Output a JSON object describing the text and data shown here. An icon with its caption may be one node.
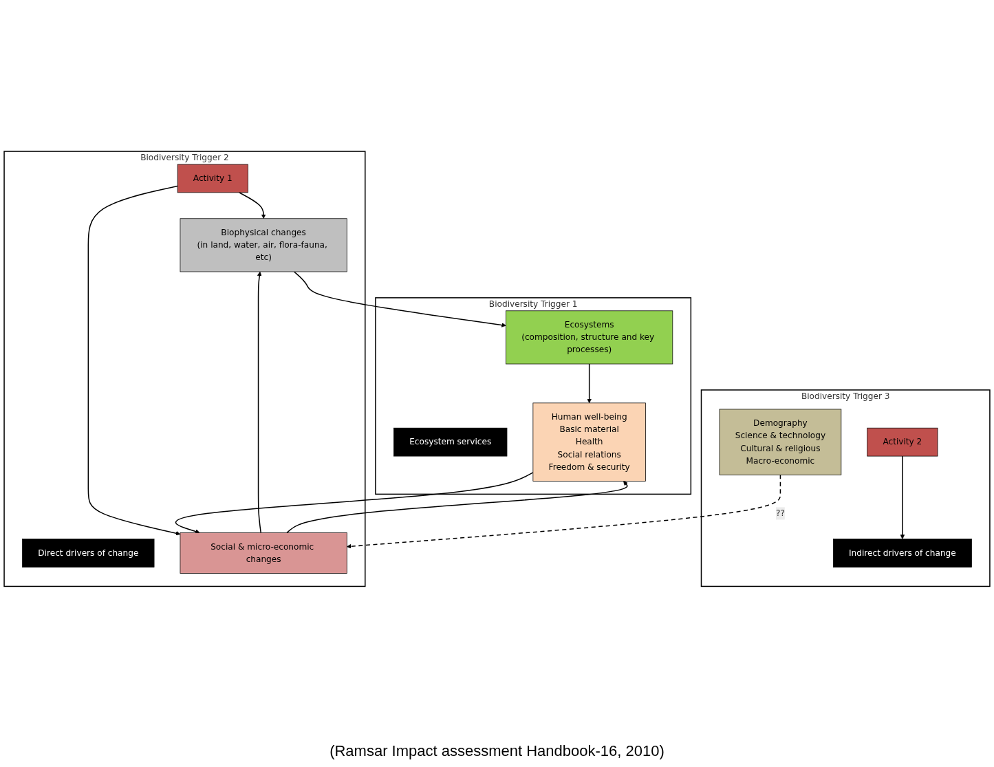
{
  "diagram": {
    "caption": "(Ramsar Impact assessment Handbook-16, 2010)",
    "nodes": [
      {
        "text": [
          "Biodiversity Trigger 2"
        ]
      },
      {
        "text": [
          "Activity 1"
        ],
        "in": 0
      },
      {
        "text": [
          "Biophysical changes",
          "(in land, water, air, flora-fauna, etc)"
        ],
        "in": 0
      },
      {
        "text": [
          "Social & micro-economic changes"
        ],
        "in": 0
      },
      {
        "text": [
          "Direct drivers of change"
        ],
        "in": 0
      },
      {
        "text": [
          "Biodiversity Trigger 3"
        ]
      },
      {
        "text": [
          "Activity 2"
        ],
        "in": 5
      },
      {
        "text": [
          "Indirect drivers of change"
        ],
        "in": 5
      },
      {
        "text": [
          "Demography",
          "Science & technology",
          "Cultural & religious",
          "Macro-economic"
        ],
        "in": 5
      },
      {
        "text": [
          "Biodiversity Trigger 1"
        ]
      },
      {
        "text": [
          "Ecosystem services"
        ],
        "in": 9
      },
      {
        "text": [
          "Ecosystems",
          "(composition, structure and key processes)"
        ],
        "in": 9
      },
      {
        "text": [
          "Human well-being",
          "Basic material",
          "Health",
          "Social relations",
          "Freedom & security"
        ],
        "in": 9
      }
    ],
    "edges": [
      {
        "from": 1,
        "to": 2,
        "arrow": "to"
      },
      {
        "from": 1,
        "to": 3,
        "arrow": "to"
      },
      {
        "from": 3,
        "to": 2,
        "arrow": "to"
      },
      {
        "from": 2,
        "to": 11,
        "arrow": "to"
      },
      {
        "from": 12,
        "to": 3,
        "arrow": "to"
      },
      {
        "from": 3,
        "to": 12,
        "arrow": "to"
      },
      {
        "from": 6,
        "to": 7,
        "arrow": "to"
      },
      {
        "from": 8,
        "to": 3,
        "arrow": "to",
        "label": "??",
        "style": "dashed"
      },
      {
        "from": 11,
        "to": 12,
        "arrow": "to"
      }
    ]
  }
}
